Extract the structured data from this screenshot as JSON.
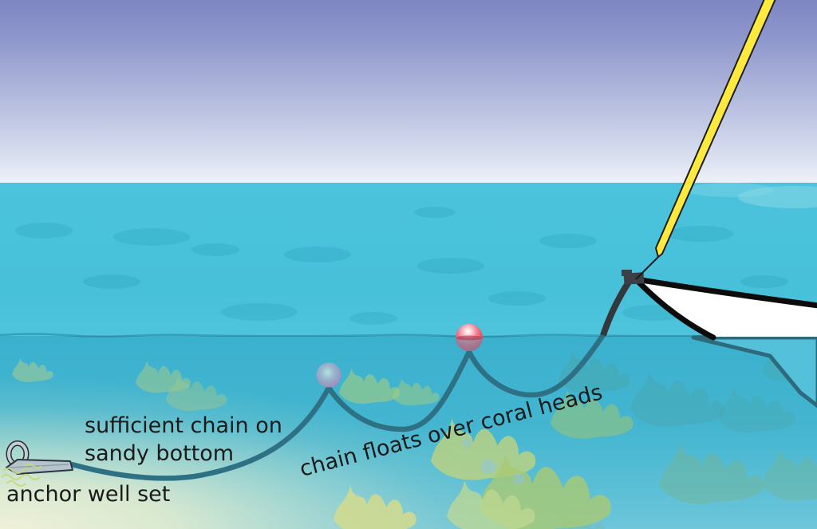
{
  "scene": {
    "labels": {
      "sufficient_chain_line1": "sufficient chain on",
      "sufficient_chain_line2": "sandy bottom",
      "chain_floats": "chain floats over coral heads",
      "anchor_well_set": "anchor well set"
    },
    "objects": [
      "anchor-well-set-in-sand",
      "anchor-chain",
      "submerged-float-buoy",
      "surface-float-buoy",
      "sailboat-bow-hull",
      "yellow-forestay",
      "coral-heads",
      "sandy-bottom"
    ],
    "colors": {
      "sky_top": "#7e86c3",
      "sky_horizon": "#eef1f9",
      "sea_surface": "#49c2dc",
      "underwater_blue": "#3bb1ce",
      "underwater_sand": "#f2f1d6",
      "chain_underwater": "#2e7184",
      "chain_above_water": "#33383c",
      "hull_white": "#ffffff",
      "hull_outline": "#0d0d0d",
      "submerged_hull": "#54c0da",
      "forestay_yellow": "#ffe93c",
      "surface_buoy_pink": "#e04a60",
      "submerged_buoy_purple": "#a07ab5",
      "anchor_metal": "#b6c5cd",
      "coral_green": "#b7d184",
      "label_text": "#1a1a1a"
    }
  }
}
